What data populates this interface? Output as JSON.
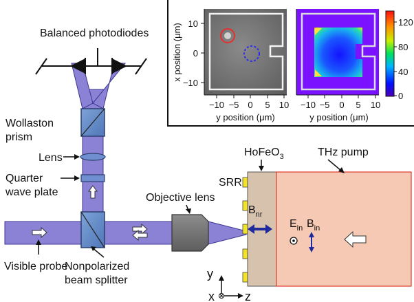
{
  "labels": {
    "photodiodes": "Balanced photodiodes",
    "wollaston_line1": "Wollaston",
    "wollaston_line2": "prism",
    "lens": "Lens",
    "qwp_line1": "Quarter",
    "qwp_line2": "wave plate",
    "objective": "Objective lens",
    "visible_probe": "Visible probe",
    "npbs_line1": "Nonpolarized",
    "npbs_line2": "beam splitter",
    "srr": "SRR",
    "hofeo3_main": "HoFeO",
    "hofeo3_sub": "3",
    "thz_pump": "THz pump",
    "bnr_main": "B",
    "bnr_sub": "nr",
    "ein_main": "E",
    "ein_sub": "in",
    "bin_main": "B",
    "bin_sub": "in",
    "axis_y": "y",
    "axis_x": "x",
    "axis_z": "z"
  },
  "inset": {
    "left_panel": {
      "ylabel": "x position (μm)",
      "xlabel": "y position (μm)",
      "yticks": [
        "10",
        "0",
        "−10"
      ],
      "xticks": [
        "−10",
        "−5",
        "0",
        "5",
        "10"
      ]
    },
    "right_panel": {
      "xlabel": "y position (μm)",
      "xticks": [
        "−10",
        "−5",
        "0",
        "5",
        "10"
      ]
    },
    "colorbar": {
      "ticks": [
        "120",
        "80",
        "40",
        "0"
      ]
    }
  },
  "colors": {
    "beam": "#8b82d6",
    "optic_blue": "#5b84c4",
    "crystal": "#d7c2ae",
    "thz_fill": "#f5c9b3",
    "thz_border": "#e03b2a",
    "srr_yellow": "#f2e229",
    "arrow_blue": "#1f2a9c"
  }
}
